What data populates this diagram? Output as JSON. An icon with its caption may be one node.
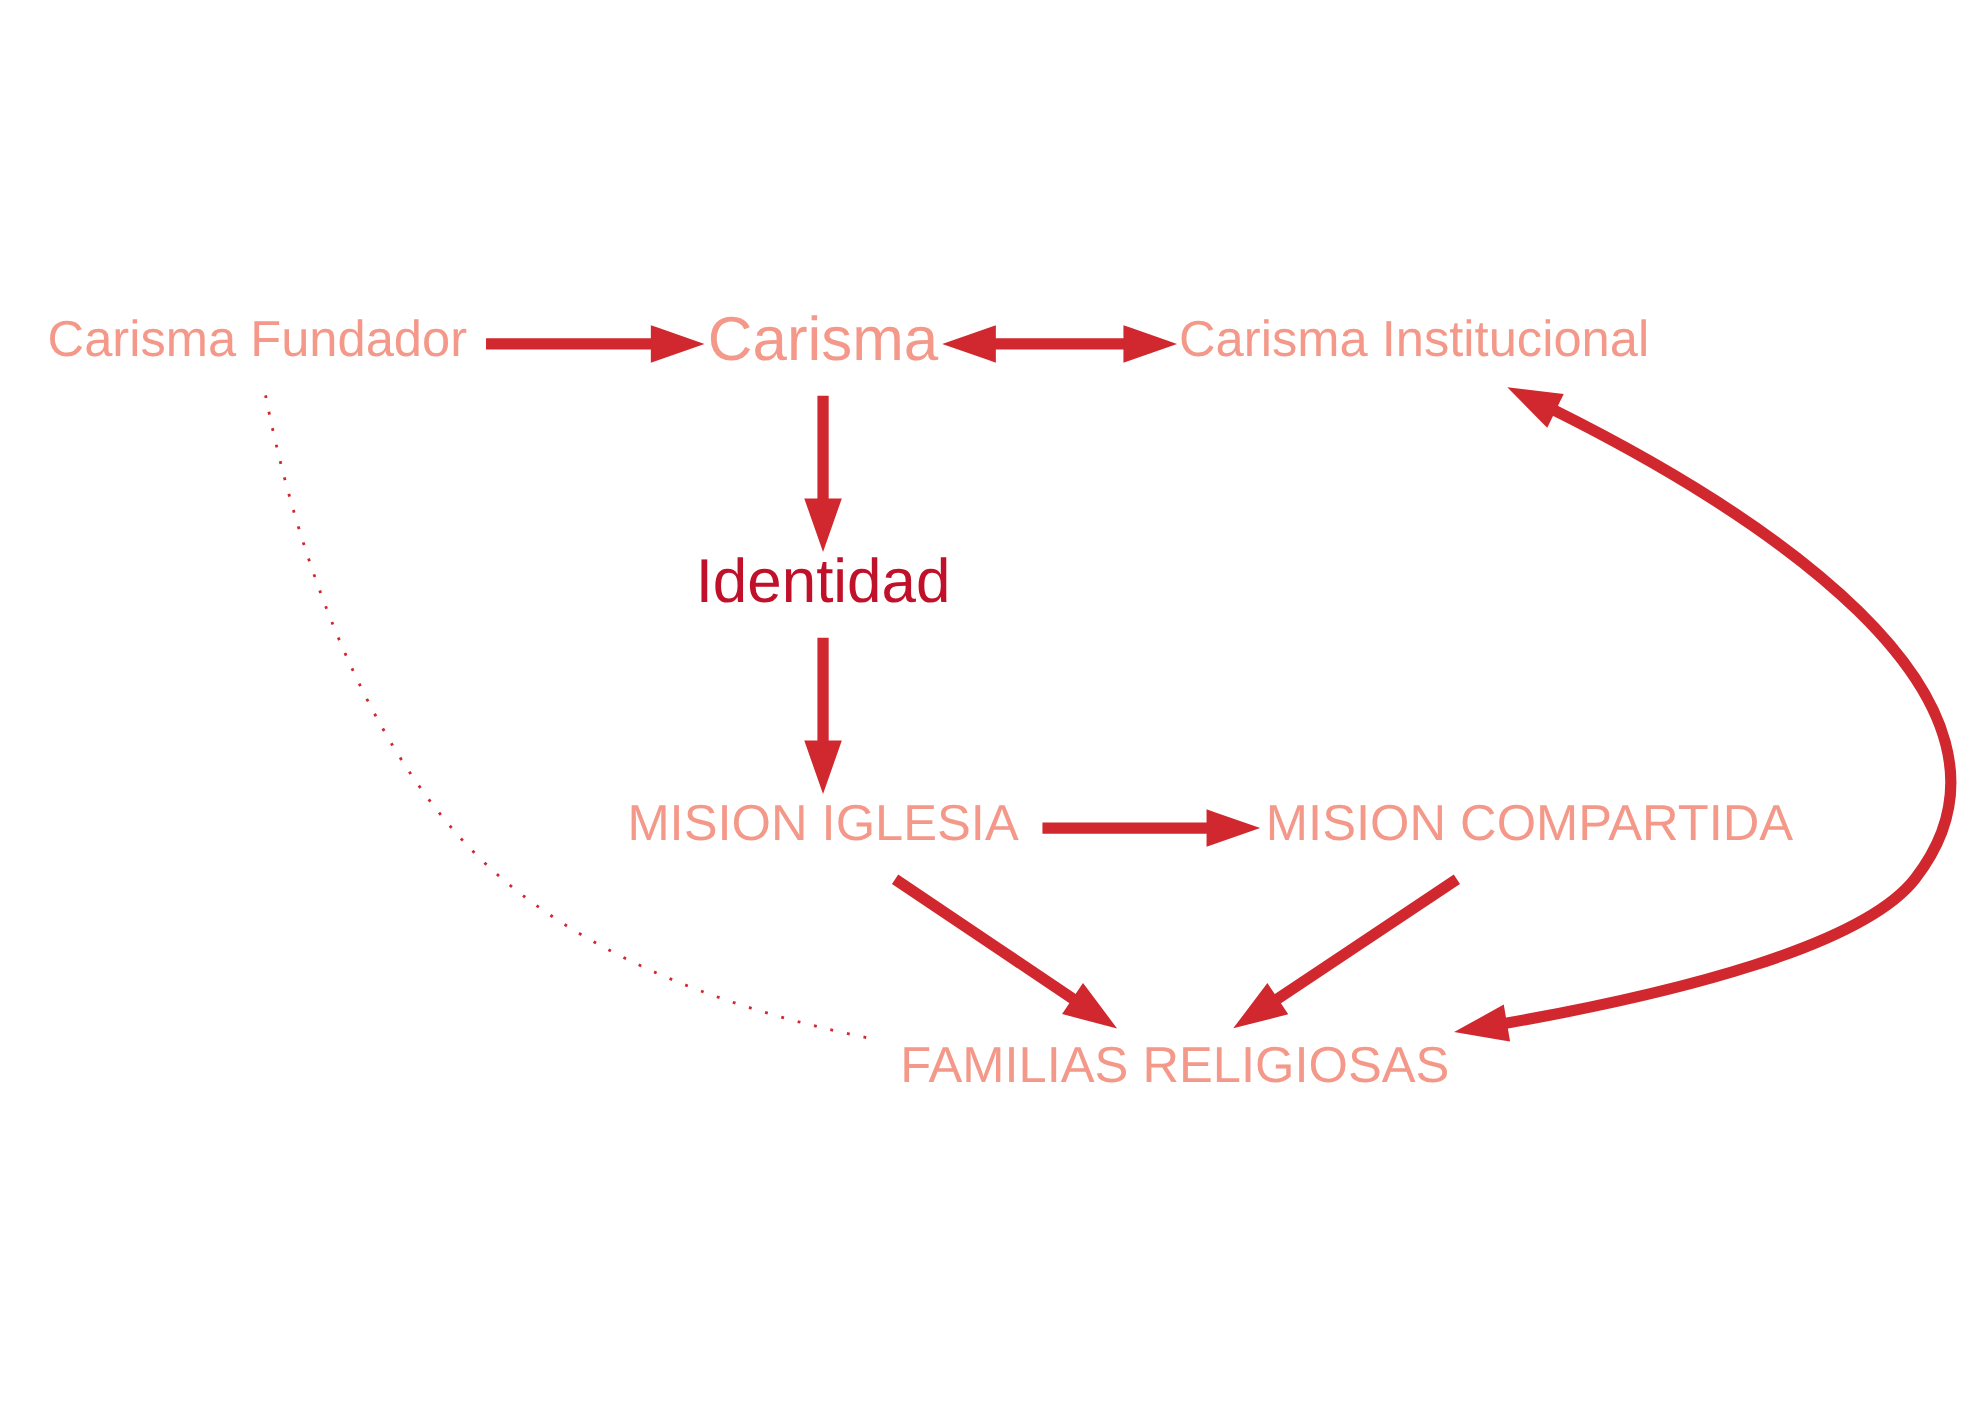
{
  "diagram": {
    "nodes": [
      {
        "text": [
          "Carisma Fundador"
        ]
      },
      {
        "text": [
          "Carisma"
        ]
      },
      {
        "text": [
          "Carisma Institucional"
        ]
      },
      {
        "text": [
          "Identidad"
        ]
      },
      {
        "text": [
          "MISION IGLESIA"
        ]
      },
      {
        "text": [
          "MISION COMPARTIDA"
        ]
      },
      {
        "text": [
          "FAMILIAS RELIGIOSAS"
        ]
      }
    ],
    "edges": [
      {
        "from": 0,
        "to": 1,
        "arrow": "to"
      },
      {
        "from": 1,
        "to": 2,
        "arrow": "both"
      },
      {
        "from": 1,
        "to": 3,
        "arrow": "to"
      },
      {
        "from": 3,
        "to": 4,
        "arrow": "to"
      },
      {
        "from": 4,
        "to": 5,
        "arrow": "to"
      },
      {
        "from": 4,
        "to": 6,
        "arrow": "to"
      },
      {
        "from": 5,
        "to": 6,
        "arrow": "to"
      },
      {
        "from": 0,
        "to": 6,
        "arrow": "none",
        "style": "dashed"
      },
      {
        "from": 6,
        "to": 2,
        "arrow": "both"
      }
    ]
  }
}
